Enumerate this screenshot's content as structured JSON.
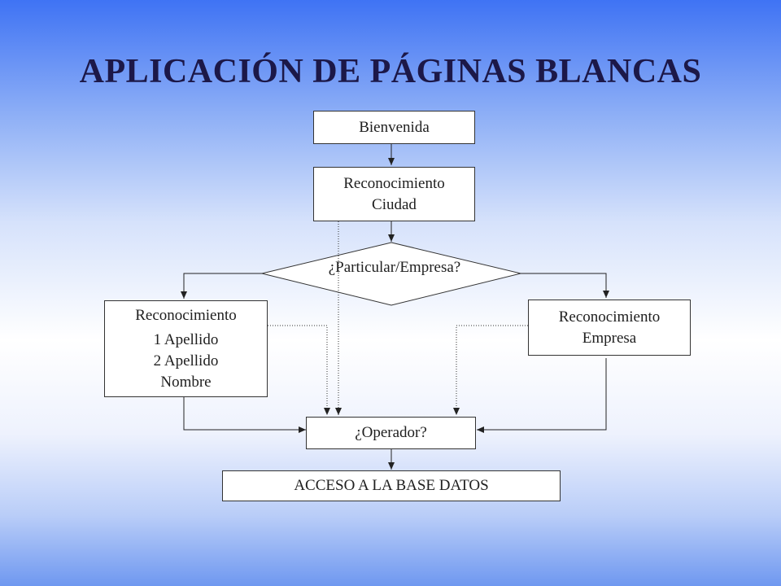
{
  "title": "APLICACIÓN DE PÁGINAS BLANCAS",
  "nodes": {
    "bienvenida": "Bienvenida",
    "rec_ciudad": [
      "Reconocimiento",
      "Ciudad"
    ],
    "decision": "¿Particular/Empresa?",
    "rec_particular": [
      "Reconocimiento",
      "1 Apellido",
      "2 Apellido",
      "Nombre"
    ],
    "rec_empresa": [
      "Reconocimiento",
      "Empresa"
    ],
    "operador": "¿Operador?",
    "acceso": "ACCESO A LA BASE DATOS"
  },
  "colors": {
    "title": "#1c1848",
    "line": "#333333",
    "background_top": "#3f73f4",
    "background_mid": "#ffffff"
  }
}
